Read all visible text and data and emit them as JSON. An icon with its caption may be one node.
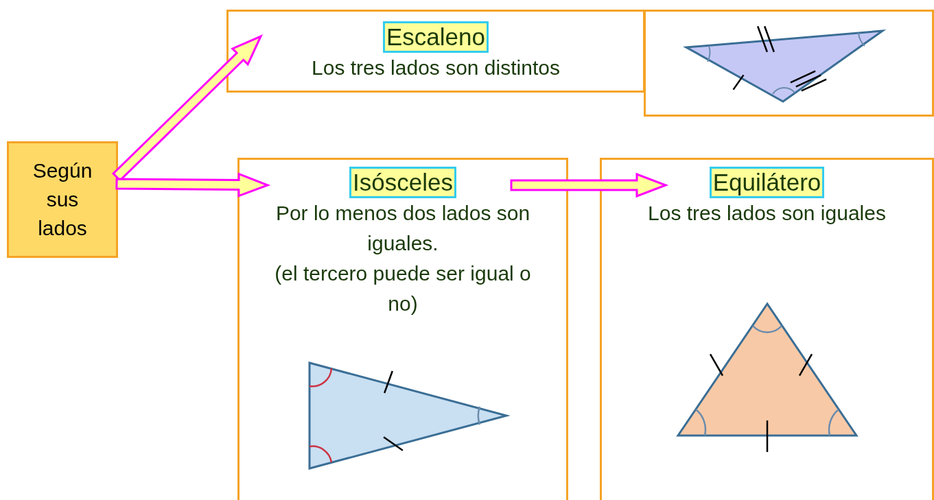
{
  "diagram": {
    "nodes": [
      {
        "text": [
          "Según sus lados"
        ]
      },
      {
        "text": [
          "Escaleno",
          "Los tres lados son distintos"
        ]
      },
      {
        "text": [],
        "shape": "picture"
      },
      {
        "text": [
          "Isósceles",
          "Por lo menos dos lados son iguales.",
          "(el tercero puede ser igual o no)"
        ]
      },
      {
        "text": [
          "Equilátero",
          "Los tres lados son iguales"
        ]
      }
    ],
    "edges": [
      {
        "from": 0,
        "to": 1,
        "arrow": "to"
      },
      {
        "from": 0,
        "to": 3,
        "arrow": "to"
      },
      {
        "from": 3,
        "to": 4,
        "arrow": "to"
      }
    ]
  }
}
